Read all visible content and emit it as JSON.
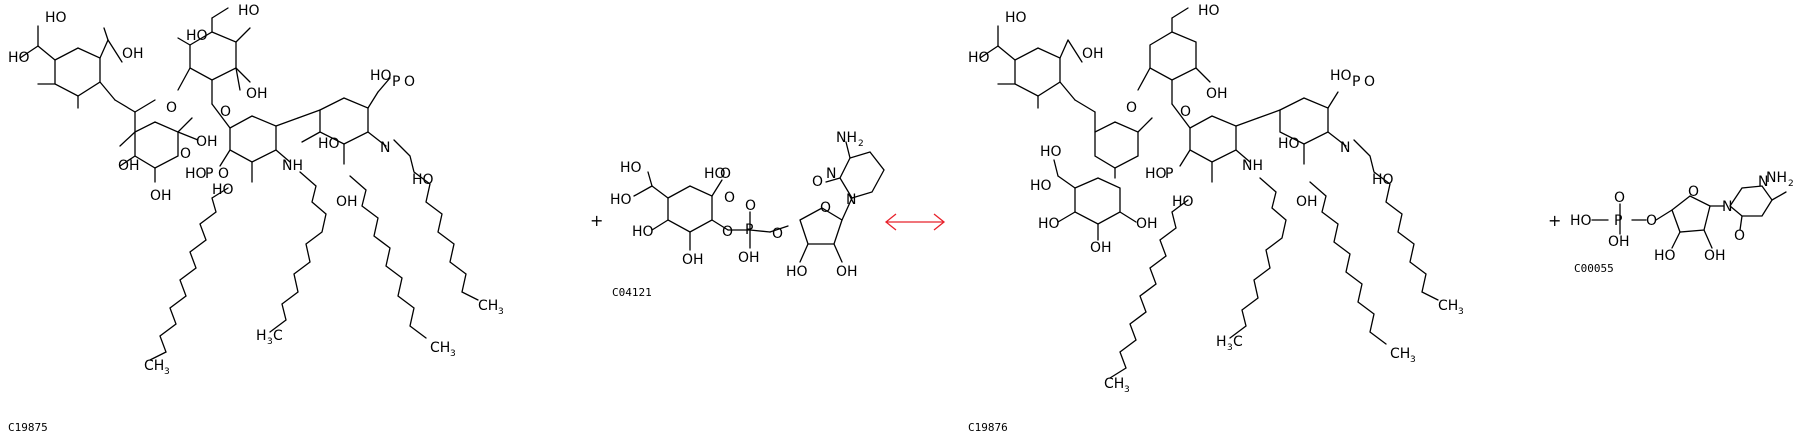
{
  "reaction": {
    "plus_sign": "+",
    "arrow_color": "#e8202a",
    "compounds": [
      {
        "id": "C19875",
        "side": "left"
      },
      {
        "id": "C04121",
        "side": "left"
      },
      {
        "id": "C19876",
        "side": "right"
      },
      {
        "id": "C00055",
        "side": "right"
      }
    ]
  }
}
